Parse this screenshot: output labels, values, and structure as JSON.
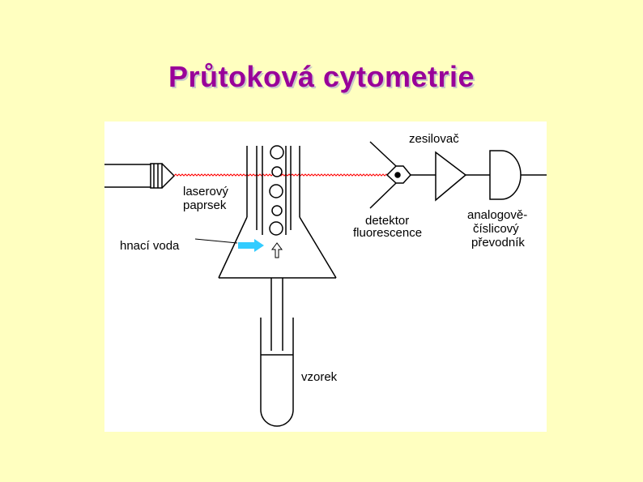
{
  "slide": {
    "title": "Průtoková cytometrie"
  },
  "diagram": {
    "labels": {
      "amplifier": "zesilovač",
      "laser_line1": "laserový",
      "laser_line2": "paprsek",
      "sheath_fluid": "hnací voda",
      "detector_line1": "detektor",
      "detector_line2": "fluorescence",
      "adc_line1": "analogově-",
      "adc_line2": "číslicový",
      "adc_line3": "převodník",
      "sample": "vzorek"
    },
    "colors": {
      "title": "#990099",
      "background": "#ffffc0",
      "laser_beam": "#ff0000",
      "flow_arrow": "#33ccff"
    }
  }
}
